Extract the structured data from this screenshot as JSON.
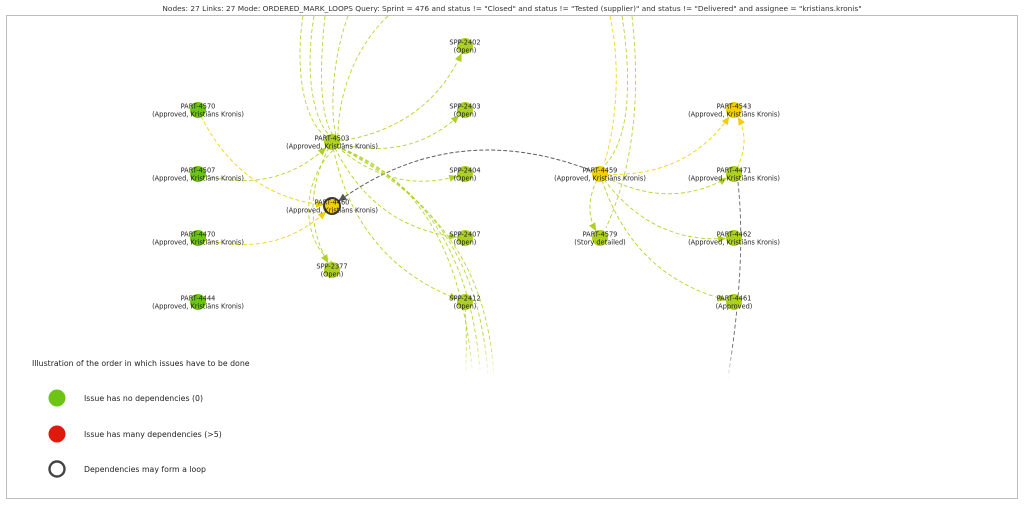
{
  "header": {
    "text": "Nodes: 27 Links: 27 Mode: ORDERED_MARK_LOOPS Query: Sprint = 476 and status != \"Closed\" and status != \"Tested (supplier)\" and status != \"Delivered\" and assignee = \"kristians.kronis\""
  },
  "colors": {
    "yellow": "#f2d000",
    "lime": "#aed11f",
    "green": "#6cc413",
    "red": "#e01a0a",
    "loop_edge": "#555555"
  },
  "nodes": [
    {
      "id": "PART-4570",
      "line1": "PART-4570",
      "line2": "(Approved, Kristiāns Kronis)",
      "color": "green"
    },
    {
      "id": "PART-4507",
      "line1": "PART-4507",
      "line2": "(Approved, Kristiāns Kronis)",
      "color": "green"
    },
    {
      "id": "PART-4470",
      "line1": "PART-4470",
      "line2": "(Approved, Kristiāns Kronis)",
      "color": "green"
    },
    {
      "id": "PART-4444",
      "line1": "PART-4444",
      "line2": "(Approved, Kristiāns Kronis)",
      "color": "green"
    },
    {
      "id": "PART-4503",
      "line1": "PART-4503",
      "line2": "(Approved, Kristiāns Kronis)",
      "color": "lime"
    },
    {
      "id": "PART-4460",
      "line1": "PART-4460",
      "line2": "(Approved, Kristiāns Kronis)",
      "color": "yellow",
      "loop": true
    },
    {
      "id": "SPP-2377",
      "line1": "SPP-2377",
      "line2": "(Open)",
      "color": "lime"
    },
    {
      "id": "SPP-2402",
      "line1": "SPP-2402",
      "line2": "(Open)",
      "color": "lime"
    },
    {
      "id": "SPP-2403",
      "line1": "SPP-2403",
      "line2": "(Open)",
      "color": "lime"
    },
    {
      "id": "SPP-2404",
      "line1": "SPP-2404",
      "line2": "(Open)",
      "color": "lime"
    },
    {
      "id": "SPP-2407",
      "line1": "SPP-2407",
      "line2": "(Open)",
      "color": "lime"
    },
    {
      "id": "SPP-2412",
      "line1": "SPP-2412",
      "line2": "(Open)",
      "color": "lime"
    },
    {
      "id": "PART-4459",
      "line1": "PART-4459",
      "line2": "(Approved, Kristiāns Kronis)",
      "color": "yellow"
    },
    {
      "id": "PART-4579",
      "line1": "PART-4579",
      "line2": "(Story detailed)",
      "color": "lime"
    },
    {
      "id": "PART-4543",
      "line1": "PART-4543",
      "line2": "(Approved, Kristiāns Kronis)",
      "color": "yellow"
    },
    {
      "id": "PART-4471",
      "line1": "PART-4471",
      "line2": "(Approved, Kristiāns Kronis)",
      "color": "lime"
    },
    {
      "id": "PART-4462",
      "line1": "PART-4462",
      "line2": "(Approved, Kristiāns Kronis)",
      "color": "lime"
    },
    {
      "id": "PART-4461",
      "line1": "PART-4461",
      "line2": "(Approved)",
      "color": "lime"
    }
  ],
  "edges": [
    {
      "from": "PART-4570",
      "to": "PART-4460",
      "color": "yellow"
    },
    {
      "from": "PART-4470",
      "to": "PART-4460",
      "color": "yellow"
    },
    {
      "from": "PART-4507",
      "to": "PART-4503",
      "color": "lime"
    },
    {
      "from": "PART-4503",
      "to": "SPP-2402",
      "color": "lime"
    },
    {
      "from": "PART-4503",
      "to": "SPP-2403",
      "color": "lime"
    },
    {
      "from": "PART-4503",
      "to": "SPP-2404",
      "color": "lime"
    },
    {
      "from": "PART-4503",
      "to": "SPP-2407",
      "color": "lime"
    },
    {
      "from": "PART-4503",
      "to": "SPP-2412",
      "color": "lime"
    },
    {
      "from": "PART-4503",
      "to": "SPP-2377",
      "color": "lime"
    },
    {
      "from": "PART-4459",
      "to": "PART-4460",
      "color": "loop_edge"
    },
    {
      "from": "PART-4459",
      "to": "PART-4543",
      "color": "yellow"
    },
    {
      "from": "PART-4459",
      "to": "PART-4471",
      "color": "lime"
    },
    {
      "from": "PART-4459",
      "to": "PART-4462",
      "color": "lime"
    },
    {
      "from": "PART-4459",
      "to": "PART-4461",
      "color": "lime"
    },
    {
      "from": "PART-4459",
      "to": "PART-4579",
      "color": "lime"
    },
    {
      "from": "PART-4471",
      "to": "PART-4543",
      "color": "yellow"
    }
  ],
  "legend": {
    "title": "Illustration of the order in which issues have to be done",
    "items": [
      {
        "label": "Issue has no dependencies (0)",
        "style": "green"
      },
      {
        "label": "Issue has many dependencies (>5)",
        "style": "red"
      },
      {
        "label": "Dependencies may form a loop",
        "style": "ring"
      }
    ]
  }
}
